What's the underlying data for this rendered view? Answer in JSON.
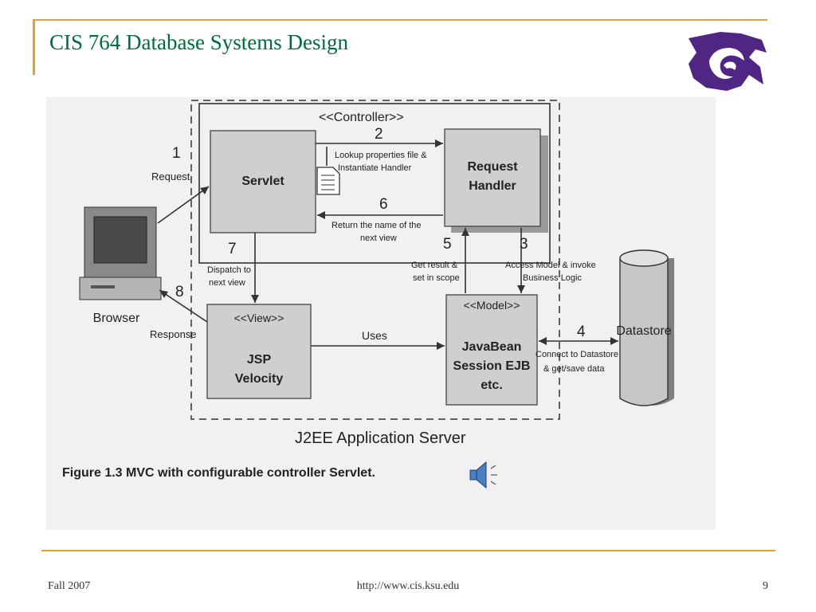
{
  "slide": {
    "title": "CIS 764 Database Systems Design",
    "footer_left": "Fall 2007",
    "footer_center": "http://www.cis.ksu.edu",
    "footer_right": "9"
  },
  "diagram": {
    "controller_label": "<<Controller>>",
    "servlet": "Servlet",
    "request_handler_line1": "Request",
    "request_handler_line2": "Handler",
    "view_label": "<<View>>",
    "view_line1": "JSP",
    "view_line2": "Velocity",
    "model_label": "<<Model>>",
    "model_line1": "JavaBean",
    "model_line2": "Session EJB",
    "model_line3": "etc.",
    "browser": "Browser",
    "datastore": "Datastore",
    "server_label": "J2EE Application Server",
    "caption": "Figure 1.3 MVC with configurable controller Servlet.",
    "steps": {
      "n1": "1",
      "l1": "Request",
      "n2": "2",
      "l2a": "Lookup properties file &",
      "l2b": "Instantiate Handler",
      "n3": "3",
      "l3a": "Access Model & invoke",
      "l3b": "Business Logic",
      "n4": "4",
      "l4a": "Connect to Datastore",
      "l4b": "& get/save data",
      "n5": "5",
      "l5a": "Get result &",
      "l5b": "set in scope",
      "n6": "6",
      "l6a": "Return the name of the",
      "l6b": "next view",
      "n7": "7",
      "l7a": "Dispatch to",
      "l7b": "next view",
      "n8": "8",
      "l8": "Response",
      "uses": "Uses"
    }
  },
  "icons": [
    "logo-icon",
    "file-icon",
    "computer-icon",
    "database-icon",
    "speaker-icon"
  ]
}
